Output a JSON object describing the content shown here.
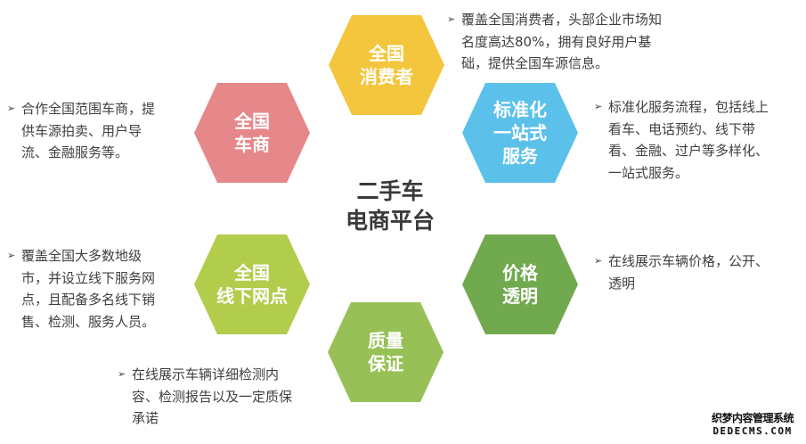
{
  "center": {
    "title": "二手车\n电商平台"
  },
  "hexagons": [
    {
      "id": "consumers",
      "label": "全国\n消费者",
      "color": "#f4c63d"
    },
    {
      "id": "standardized",
      "label": "标准化\n一站式\n服务",
      "color": "#5bc0ea"
    },
    {
      "id": "price",
      "label": "价格\n透明",
      "color": "#71a94f"
    },
    {
      "id": "quality",
      "label": "质量\n保证",
      "color": "#97c157"
    },
    {
      "id": "offline",
      "label": "全国\n线下网点",
      "color": "#b2cc4c"
    },
    {
      "id": "dealers",
      "label": "全国\n车商",
      "color": "#e6878a"
    }
  ],
  "captions": {
    "consumers": {
      "bullet": "➢",
      "lines": [
        "覆盖全国消费者，头部企业市场知",
        "名度高达80%，拥有良好用户基",
        "础，提供全国车源信息。"
      ]
    },
    "standardized": {
      "bullet": "➢",
      "lines": [
        "标准化服务流程，包括线上",
        "看车、电话预约、线下带",
        "看、金融、过户等多样化、",
        "一站式服务。"
      ]
    },
    "price": {
      "bullet": "➢",
      "lines": [
        "在线展示车辆价格，公开、",
        "透明"
      ]
    },
    "quality": {
      "bullet": "➢",
      "lines": [
        "在线展示车辆详细检测内",
        "容、检测报告以及一定质保",
        "承诺"
      ]
    },
    "offline": {
      "bullet": "➢",
      "lines": [
        "覆盖全国大多数地级",
        "市，并设立线下服务网",
        "点，且配备多名线下销",
        "售、检测、服务人员。"
      ]
    },
    "dealers": {
      "bullet": "➢",
      "lines": [
        "合作全国范围车商，提",
        "供车源拍卖、用户导",
        "流、金融服务等。"
      ]
    }
  },
  "watermark": {
    "cn": "织梦内容管理系统",
    "en": "DEDECMS.COM"
  }
}
